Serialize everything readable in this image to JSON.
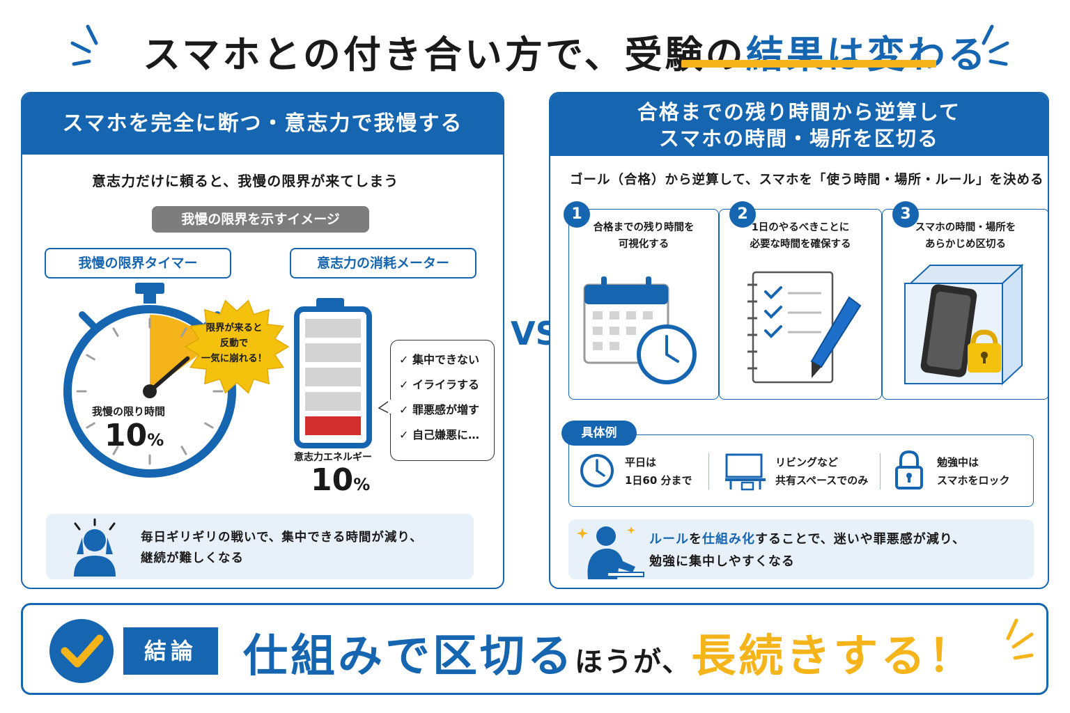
{
  "title": {
    "main": "スマホとの付き合い方で、受験の",
    "highlight": "結果は変わる"
  },
  "left": {
    "header": "スマホを完全に断つ・意志力で我慢する",
    "subtitle": "意志力だけに頼ると、我慢の限界が来てしまう",
    "image_label": "我慢の限界を示すイメージ",
    "timer": {
      "label": "我慢の限界タイマー",
      "inner_label": "我慢の限り時間",
      "value": "10",
      "unit": "%",
      "remaining_fraction": 0.1,
      "burst_lines": [
        "限界が来ると",
        "反動で",
        "一気に崩れる！"
      ]
    },
    "meter": {
      "label": "意志力の消耗メーター",
      "caption": "意志力エネルギー",
      "value": "10",
      "unit": "%",
      "level_fraction": 0.1
    },
    "effects": [
      "✓ 集中できない",
      "✓ イライラする",
      "✓ 罪悪感が増す",
      "✓ 自己嫌悪に…"
    ],
    "note_lines": [
      "毎日ギリギリの戦いで、集中できる時間が減り、",
      "継続が難しくなる"
    ]
  },
  "vs": "VS",
  "right": {
    "header_lines": [
      "合格までの残り時間から逆算して",
      "スマホの時間・場所を区切る"
    ],
    "subtitle": "ゴール（合格）から逆算して、スマホを「使う時間・場所・ルール」を決める",
    "steps": [
      {
        "num": "1",
        "lines": [
          "合格までの残り時間を",
          "可視化する"
        ]
      },
      {
        "num": "2",
        "lines": [
          "1日のやるべきことに",
          "必要な時間を確保する"
        ]
      },
      {
        "num": "3",
        "lines": [
          "スマホの時間・場所を",
          "あらかじめ区切る"
        ]
      }
    ],
    "examples_label": "具体例",
    "examples": [
      {
        "lines": [
          "平日は",
          "1日60 分まで"
        ]
      },
      {
        "lines": [
          "リビングなど",
          "共有スペースでのみ"
        ]
      },
      {
        "lines": [
          "勉強中は",
          "スマホをロック"
        ]
      }
    ],
    "note": {
      "line1_parts": [
        "ルール",
        "を",
        "仕組み化",
        "することで、迷いや罪悪感が減り、"
      ],
      "line2": "勉強に集中しやすくなる"
    }
  },
  "conclusion": {
    "badge": "結論",
    "part1": "仕組みで区切る",
    "part2": "ほうが、",
    "part3": "長続きする！"
  },
  "colors": {
    "primary": "#1565b0",
    "accent": "#f4b41a",
    "danger": "#d32f2f",
    "note_bg": "#e8f0f9"
  }
}
